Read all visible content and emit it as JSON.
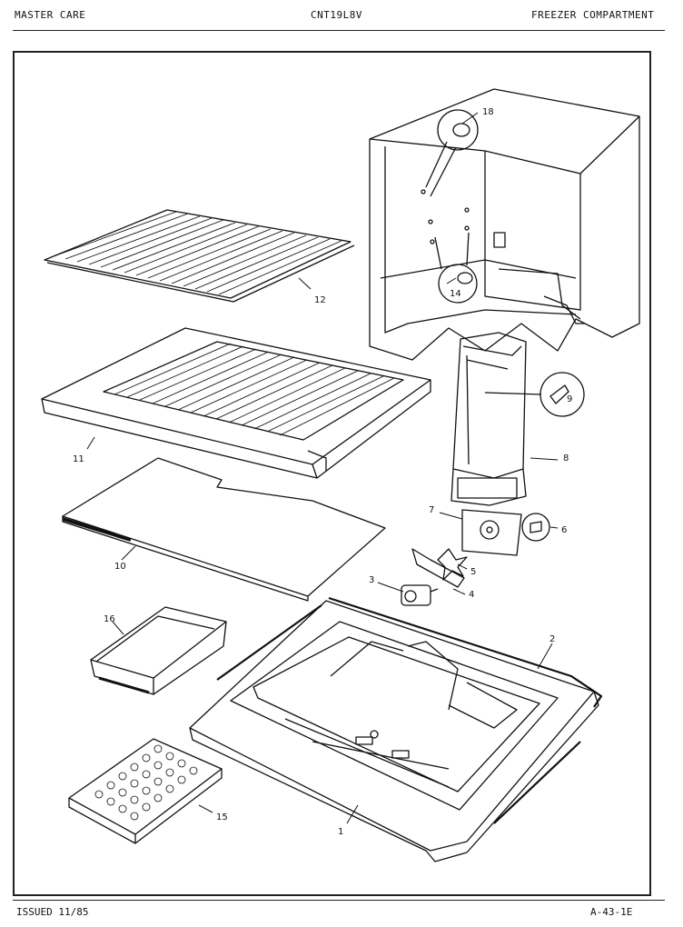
{
  "header": {
    "left": "MASTER CARE",
    "center": "CNT19L8V",
    "right": "FREEZER COMPARTMENT"
  },
  "footer": {
    "left": "ISSUED 11/85",
    "right": "A-43-1E"
  },
  "callouts": [
    "1",
    "2",
    "3",
    "4",
    "5",
    "6",
    "7",
    "8",
    "9",
    "10",
    "11",
    "12",
    "14",
    "15",
    "16",
    "18"
  ]
}
